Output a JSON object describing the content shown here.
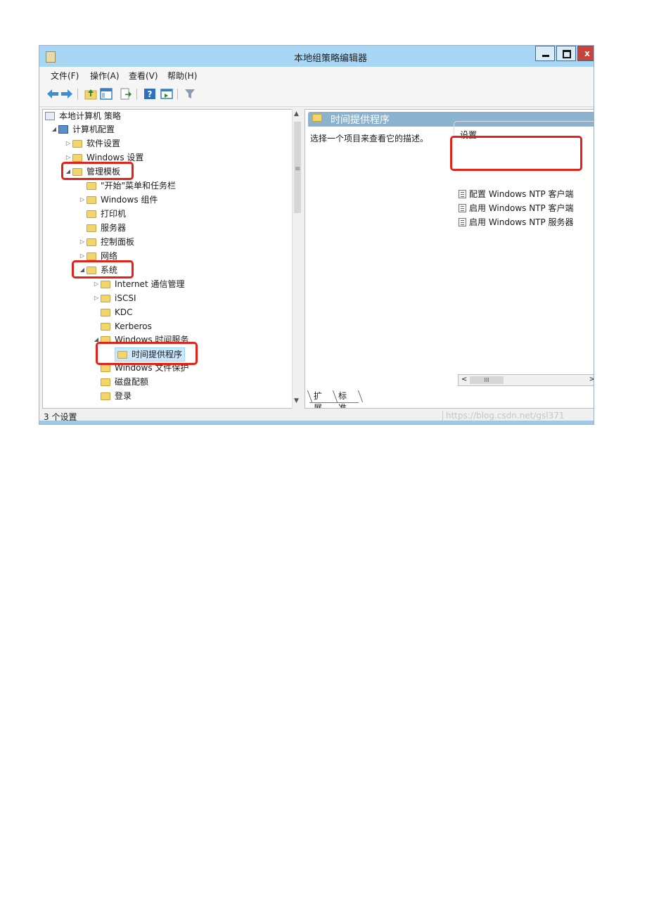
{
  "window": {
    "title": "本地组策略编辑器",
    "close_glyph": "x",
    "accent": "#a8d6f5",
    "highlight_color": "#e2231a"
  },
  "menu": [
    "文件(F)",
    "操作(A)",
    "查看(V)",
    "帮助(H)"
  ],
  "toolbar": [
    "back-arrow-icon",
    "forward-arrow-icon",
    "up-folder-icon",
    "show-hide-tree-icon",
    "export-list-icon",
    "help-icon",
    "properties-icon",
    "filter-icon"
  ],
  "tree": {
    "root": "本地计算机 策略",
    "computer_config": "计算机配置",
    "software_settings": "软件设置",
    "windows_settings": "Windows 设置",
    "admin_templates": "管理模板",
    "start_menu": "\"开始\"菜单和任务栏",
    "windows_components": "Windows 组件",
    "printers": "打印机",
    "server": "服务器",
    "control_panel": "控制面板",
    "network": "网络",
    "system": "系统",
    "internet_comm": "Internet 通信管理",
    "iscsi": "iSCSI",
    "kdc": "KDC",
    "kerberos": "Kerberos",
    "windows_time": "Windows 时间服务",
    "time_providers": "时间提供程序",
    "file_protection": "Windows 文件保护",
    "disk_quota": "磁盘配额",
    "logon": "登录"
  },
  "right": {
    "header": "时间提供程序",
    "description": "选择一个项目来查看它的描述。",
    "column_header": "设置",
    "settings": [
      "配置 Windows NTP 客户端",
      "启用 Windows NTP 客户端",
      "启用 Windows NTP 服务器"
    ],
    "hscroll_thumb": "III",
    "tabs": [
      "扩展",
      "标准"
    ]
  },
  "status": {
    "text": "3 个设置",
    "watermark": "https://blog.csdn.net/gsl371"
  }
}
